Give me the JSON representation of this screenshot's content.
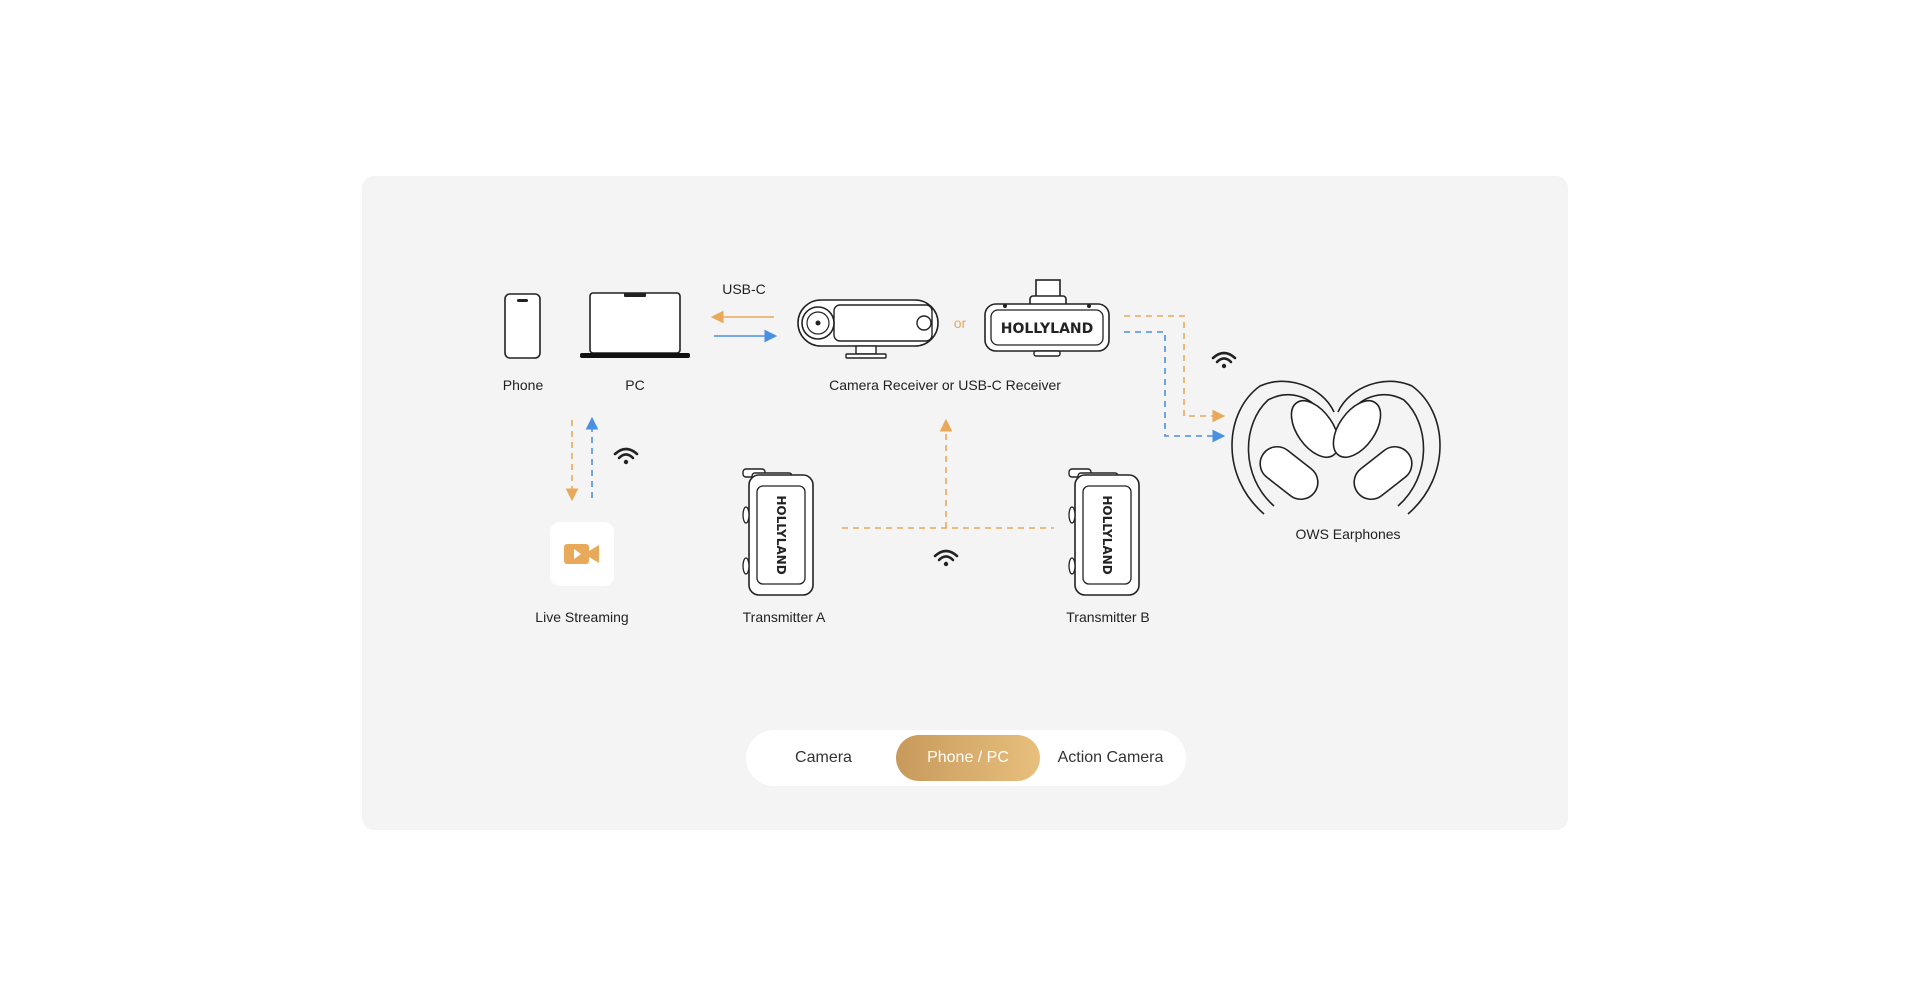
{
  "devices": {
    "phone": "Phone",
    "pc": "PC",
    "receiver": "Camera Receiver or USB-C Receiver",
    "earphones": "OWS Earphones",
    "live_streaming": "Live Streaming",
    "transmitter_a": "Transmitter A",
    "transmitter_b": "Transmitter B"
  },
  "connection": {
    "usb_c": "USB-C",
    "or": "or"
  },
  "brand": "HOLLYLAND",
  "colors": {
    "orange": "#e8a95b",
    "blue": "#4a90e2",
    "active_tab_start": "#c79a5c",
    "active_tab_end": "#e8bf7d"
  },
  "tabs": {
    "items": [
      {
        "label": "Camera"
      },
      {
        "label": "Phone / PC",
        "active": true
      },
      {
        "label": "Action Camera"
      }
    ]
  }
}
